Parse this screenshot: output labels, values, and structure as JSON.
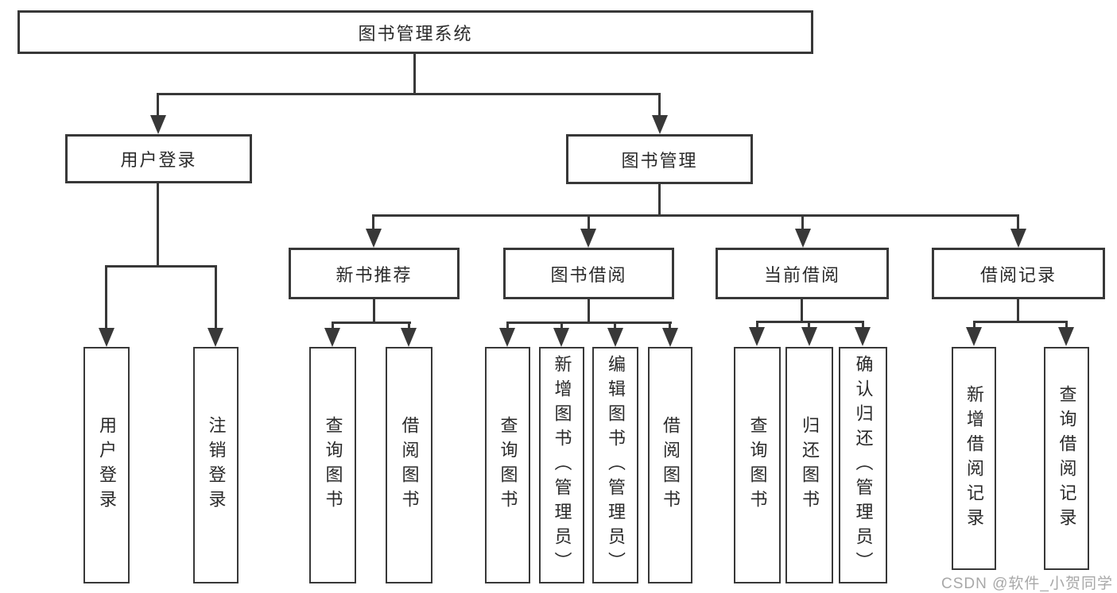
{
  "diagram": {
    "root": {
      "label": "图书管理系统"
    },
    "level2": [
      {
        "label": "用户登录"
      },
      {
        "label": "图书管理"
      }
    ],
    "level3": [
      {
        "label": "新书推荐"
      },
      {
        "label": "图书借阅"
      },
      {
        "label": "当前借阅"
      },
      {
        "label": "借阅记录"
      }
    ],
    "leaves": {
      "user_login": [
        "用户登录",
        "注销登录"
      ],
      "new_book_recommend": [
        "查询图书",
        "借阅图书"
      ],
      "book_borrowing": [
        "查询图书",
        "新增图书（管理员）",
        "编辑图书（管理员）",
        "借阅图书"
      ],
      "current_borrowing": [
        "查询图书",
        "归还图书",
        "确认归还（管理员）"
      ],
      "borrowing_records": [
        "新增借阅记录",
        "查询借阅记录"
      ]
    }
  },
  "watermark": {
    "text": "CSDN @软件_小贺同学"
  },
  "colors": {
    "line": "#383838",
    "text": "#2a2a2a",
    "watermark": "#a8a8a8",
    "background": "#ffffff"
  }
}
